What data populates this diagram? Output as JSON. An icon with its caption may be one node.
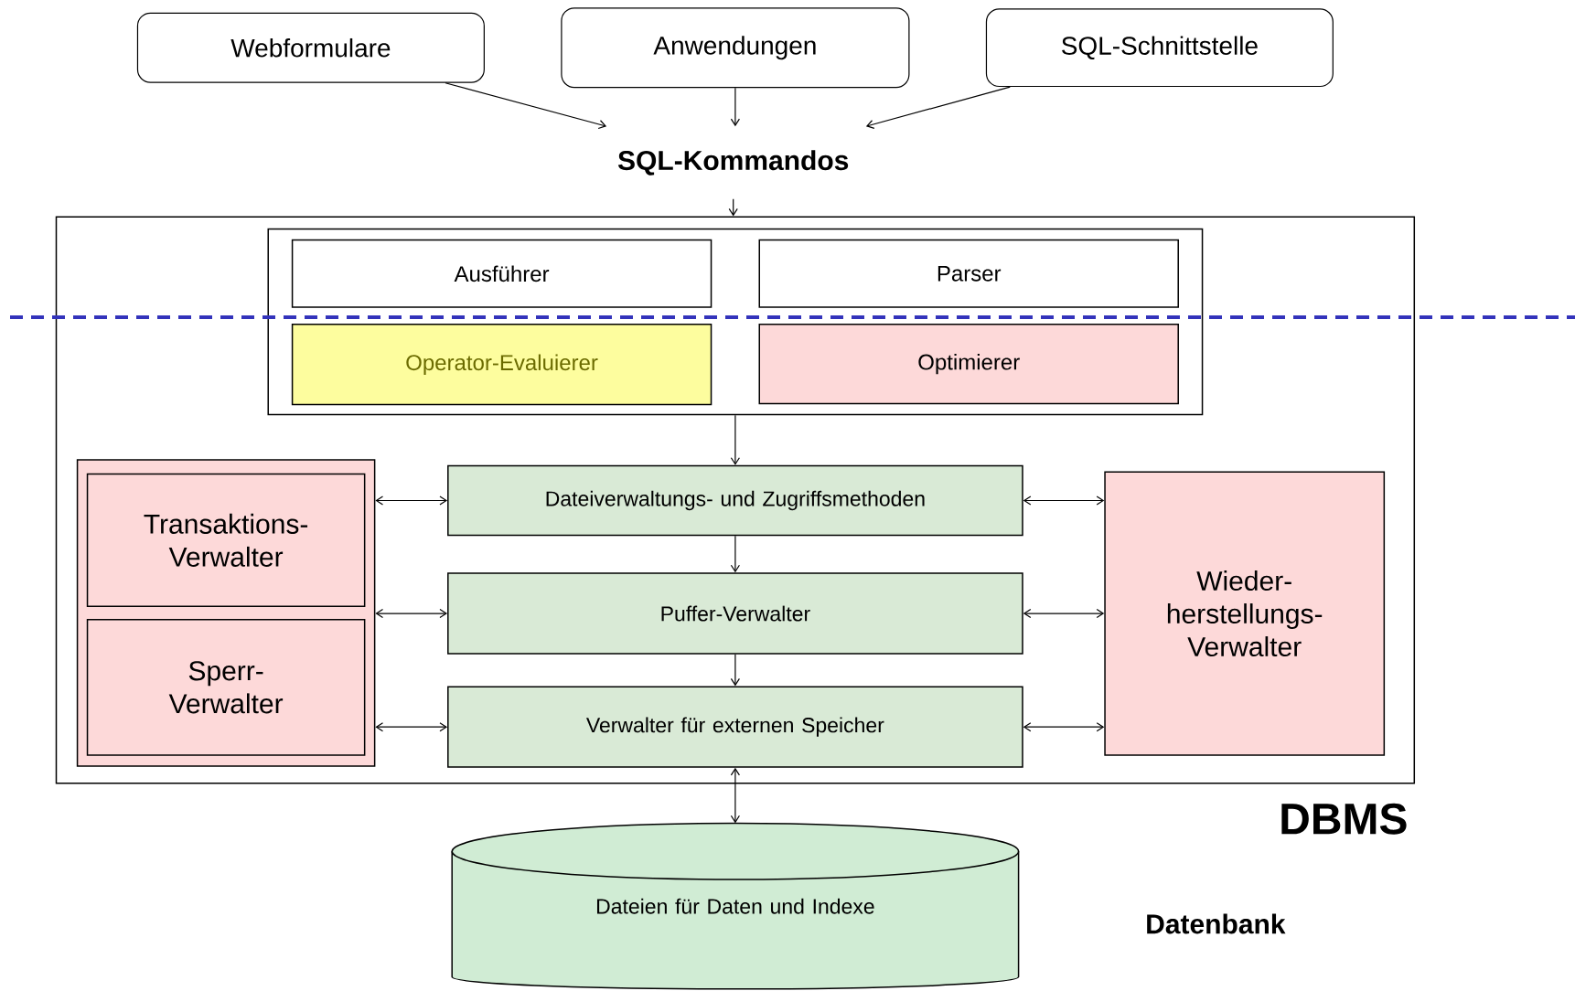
{
  "diagram": {
    "nodes": [
      {
        "text": [
          "Webformulare"
        ]
      },
      {
        "text": [
          "Anwendungen"
        ]
      },
      {
        "text": [
          "SQL-Schnittstelle"
        ]
      },
      {
        "text": [
          "SQL-Kommandos"
        ]
      },
      {
        "text": [
          "DBMS"
        ]
      },
      {
        "text": [],
        "shape": "box",
        "in": 4
      },
      {
        "text": [
          "Ausführer"
        ],
        "in": 5
      },
      {
        "text": [
          "Parser"
        ],
        "in": 5
      },
      {
        "text": [
          "Operator-Evaluierer"
        ],
        "in": 5
      },
      {
        "text": [
          "Optimierer"
        ],
        "in": 5
      },
      {
        "text": [],
        "shape": "box",
        "in": 4
      },
      {
        "text": [
          "Transaktions- Verwalter"
        ],
        "in": 10
      },
      {
        "text": [
          "Sperr- Verwalter"
        ],
        "in": 10
      },
      {
        "text": [
          "Dateiverwaltungs- und Zugriffsmethoden"
        ],
        "in": 4
      },
      {
        "text": [
          "Puffer-Verwalter"
        ],
        "in": 4
      },
      {
        "text": [
          "Verwalter für externen Speicher"
        ],
        "in": 4
      },
      {
        "text": [
          "Wieder- herstellungs- Verwalter"
        ],
        "in": 4
      },
      {
        "text": [
          "Dateien für Daten und Indexe"
        ]
      }
    ],
    "labels": [
      "Datenbank"
    ],
    "edges": [
      {
        "from": 0,
        "to": 3,
        "arrow": "to"
      },
      {
        "from": 1,
        "to": 3,
        "arrow": "to"
      },
      {
        "from": 2,
        "to": 3,
        "arrow": "to"
      },
      {
        "from": 3,
        "to": 4,
        "arrow": "to"
      },
      {
        "from": 5,
        "to": 13,
        "arrow": "to"
      },
      {
        "from": 10,
        "to": 13,
        "arrow": "both"
      },
      {
        "from": 10,
        "to": 14,
        "arrow": "both"
      },
      {
        "from": 10,
        "to": 15,
        "arrow": "both"
      },
      {
        "from": 13,
        "to": 16,
        "arrow": "both"
      },
      {
        "from": 14,
        "to": 16,
        "arrow": "both"
      },
      {
        "from": 15,
        "to": 16,
        "arrow": "both"
      },
      {
        "from": 13,
        "to": 14,
        "arrow": "to"
      },
      {
        "from": 14,
        "to": 15,
        "arrow": "to"
      },
      {
        "from": 15,
        "to": 17,
        "arrow": "both"
      }
    ]
  }
}
